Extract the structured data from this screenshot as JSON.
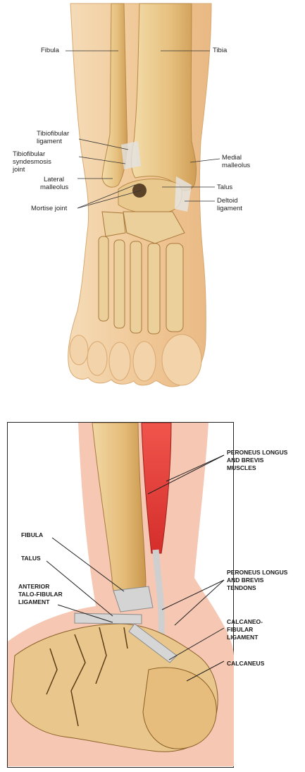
{
  "top_figure": {
    "labels": {
      "fibula": "Fibula",
      "tibia": "Tibia",
      "tibiofibular_ligament_1": "Tibiofibular",
      "tibiofibular_ligament_2": "ligament",
      "syndesmosis_1": "Tibiofibular",
      "syndesmosis_2": "syndesmosis",
      "syndesmosis_3": "joint",
      "lateral_malleolus_1": "Lateral",
      "lateral_malleolus_2": "malleolus",
      "mortise_joint": "Mortise joint",
      "medial_malleolus_1": "Medial",
      "medial_malleolus_2": "malleolus",
      "talus": "Talus",
      "deltoid_ligament_1": "Deltoid",
      "deltoid_ligament_2": "ligament"
    }
  },
  "bottom_figure": {
    "labels": {
      "peroneus_muscles_1": "PERONEUS LONGUS",
      "peroneus_muscles_2": "AND BREVIS",
      "peroneus_muscles_3": "MUSCLES",
      "fibula": "FIBULA",
      "talus": "TALUS",
      "atfl_1": "ANTERIOR",
      "atfl_2": "TALO-FIBULAR",
      "atfl_3": "LIGAMENT",
      "peroneus_tendons_1": "PERONEUS LONGUS",
      "peroneus_tendons_2": "AND BREVIS",
      "peroneus_tendons_3": "TENDONS",
      "cfl_1": "CALCANEO-",
      "cfl_2": "FIBULAR",
      "cfl_3": "LIGAMENT",
      "calcaneus": "CALCANEUS"
    }
  },
  "colors": {
    "skin": "#f2cfa3",
    "bone": "#e7c489",
    "bone_shadow": "#c9994f",
    "ligament": "#c9c9c9",
    "muscle": "#e03a36",
    "background_pink": "#f6c7b3",
    "leader_line": "#333333"
  }
}
